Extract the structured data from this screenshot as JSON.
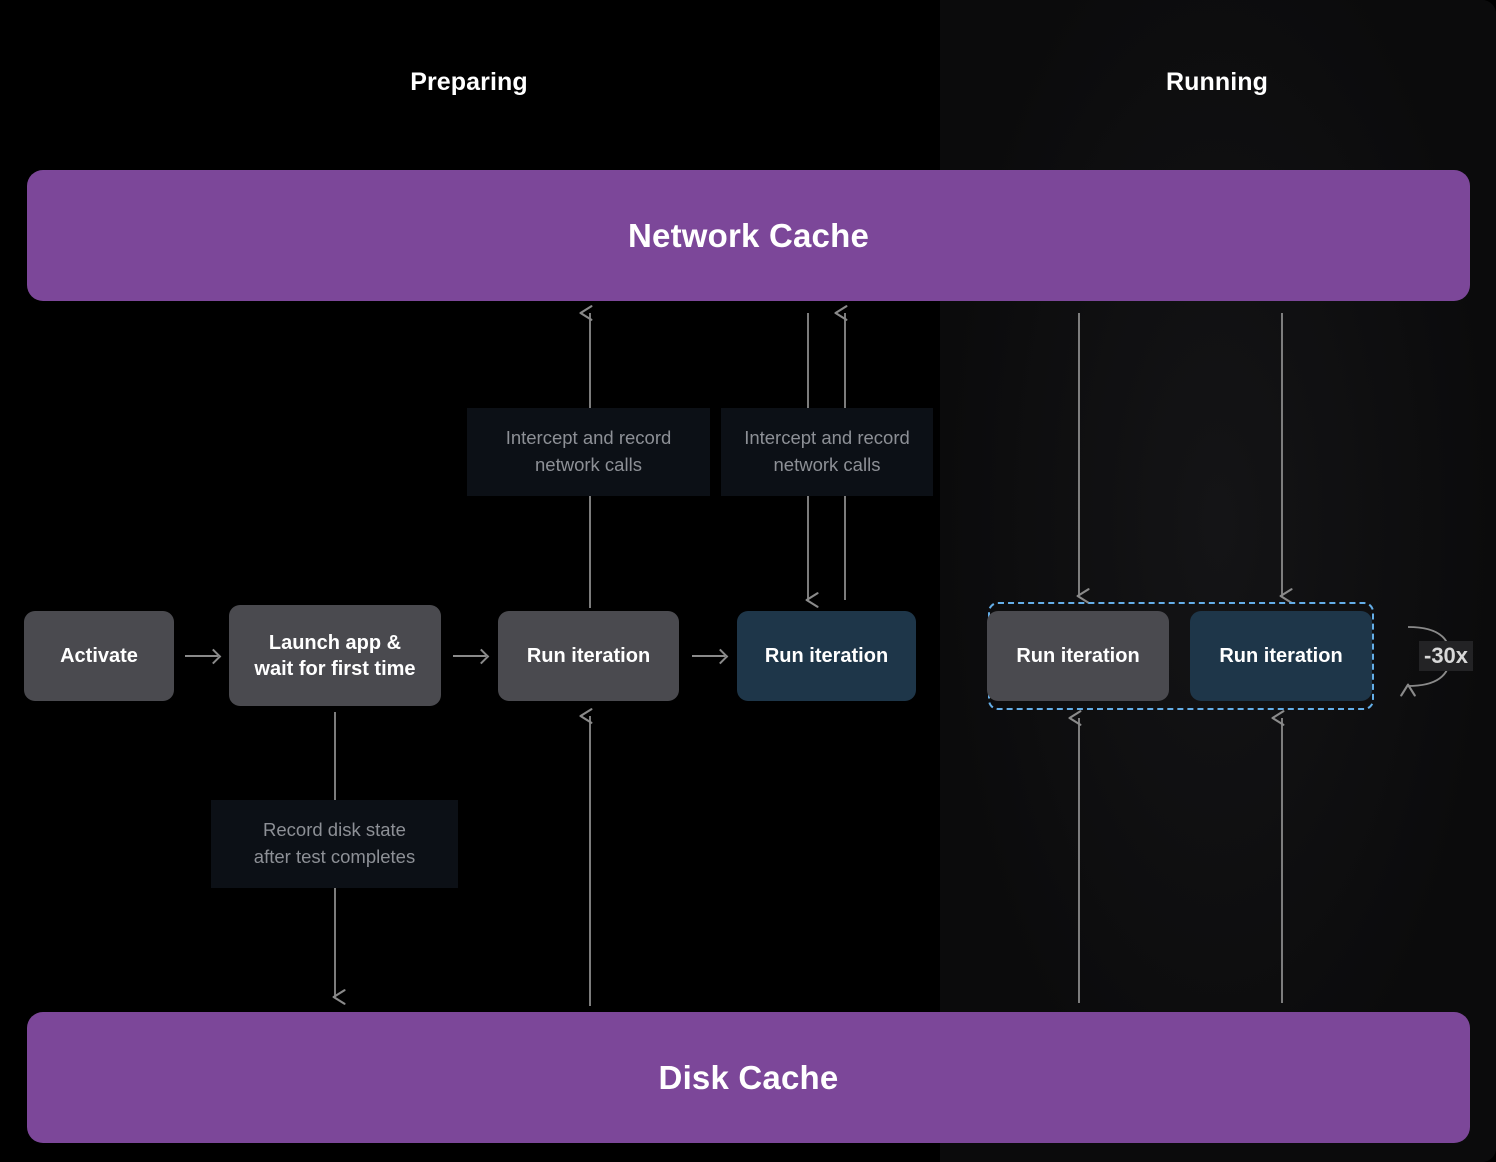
{
  "diagram": {
    "title_columns": {
      "preparing": "Preparing",
      "running": "Running"
    },
    "caches": {
      "network": "Network Cache",
      "disk": "Disk Cache"
    },
    "nodes": {
      "activate": "Activate",
      "launch": "Launch app &\nwait for first time",
      "run_prep_1": "Run iteration",
      "run_prep_2": "Run iteration",
      "run_running_1": "Run iteration",
      "run_running_2": "Run iteration"
    },
    "annotations": {
      "intercept_1": "Intercept and record\nnetwork calls",
      "intercept_2": "Intercept and record\nnetwork calls",
      "record_disk": "Record disk state\nafter test completes"
    },
    "loop": {
      "repeat_label": "-30x"
    },
    "colors": {
      "cache_purple": "#7c4799",
      "node_gray": "#4a4a4f",
      "node_blue": "#1e3649",
      "loop_dashed_blue": "#64aee8",
      "annotation_bg": "#0c1016",
      "annotation_text": "#8d9096",
      "connector_gray": "#8a8a8a",
      "background_preparing": "#000000",
      "background_running": "#0d0d0e"
    }
  }
}
